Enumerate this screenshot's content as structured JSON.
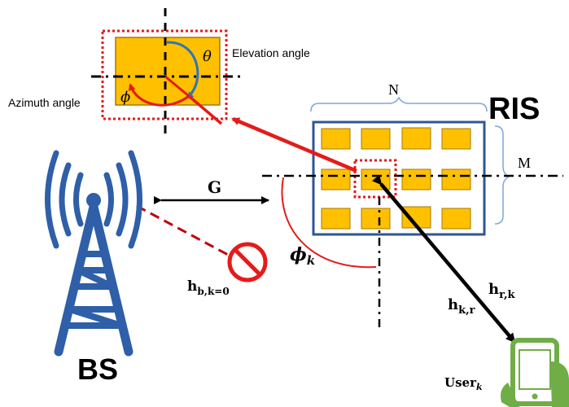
{
  "labels": {
    "elevation_angle": "Elevation angle",
    "azimuth_angle": "Azimuth angle",
    "theta": "θ",
    "phi_small": "ϕ",
    "n": "N",
    "m": "M",
    "ris": "RIS",
    "g": "G",
    "phi_k": "ϕ",
    "phi_k_sub": "k",
    "h_bk": "h",
    "h_bk_sub": "b,k=0",
    "h_kr": "h",
    "h_kr_sub": "k,r",
    "h_rk": "h",
    "h_rk_sub": "r,k",
    "bs": "BS",
    "user": "User",
    "user_sub": "k"
  },
  "colors": {
    "element_fill": "#FFC000",
    "element_stroke": "#A6780A",
    "ris_frame": "#2F5597",
    "bs_tower": "#2E5FA8",
    "arrow_red": "#E51B1B",
    "angle_blue": "#2E75B6",
    "phone_green": "#70AD47"
  }
}
